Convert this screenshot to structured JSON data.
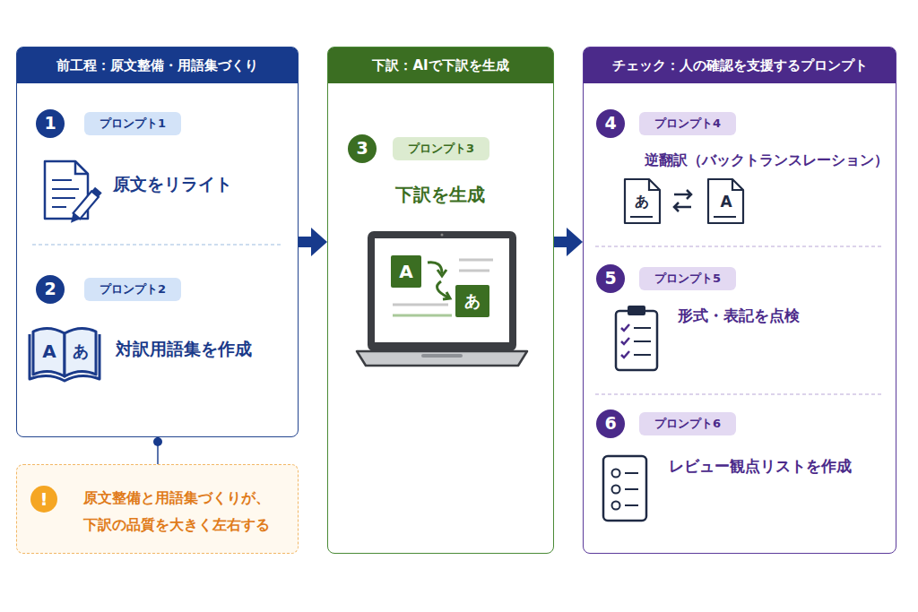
{
  "diagram": {
    "nodes": [
      {
        "text": [
          "前工程：原文整備・用語集づくり",
          "原文をリライト",
          "対訳用語集を作成"
        ]
      },
      {
        "text": [
          "1"
        ],
        "in": 0
      },
      {
        "text": [
          "プロンプト1"
        ],
        "in": 0
      },
      {
        "text": [
          "2"
        ],
        "in": 0
      },
      {
        "text": [
          "プロンプト2"
        ],
        "in": 0
      },
      {
        "text": [
          "原文整備と用語集づくりが、 下訳の品質を大きく左右する"
        ]
      },
      {
        "text": [
          "!"
        ],
        "in": 5
      },
      {
        "text": [
          "下訳：AIで下訳を生成",
          "下訳を生成"
        ]
      },
      {
        "text": [
          "3"
        ],
        "in": 7
      },
      {
        "text": [
          "プロンプト3"
        ],
        "in": 7
      },
      {
        "text": [
          "チェック：人の確認を支援するプロンプト",
          "逆翻訳（バックトランスレーション）",
          "形式・表記を点検",
          "レビュー観点リストを作成"
        ]
      },
      {
        "text": [
          "4"
        ],
        "in": 10
      },
      {
        "text": [
          "プロンプト4"
        ],
        "in": 10
      },
      {
        "text": [
          "5"
        ],
        "in": 10
      },
      {
        "text": [
          "プロンプト5"
        ],
        "in": 10
      },
      {
        "text": [
          "6"
        ],
        "in": 10
      },
      {
        "text": [
          "プロンプト6"
        ],
        "in": 10
      }
    ],
    "edges": [
      {
        "from": 0,
        "to": 7,
        "arrow": "to"
      },
      {
        "from": 7,
        "to": 10,
        "arrow": "to"
      },
      {
        "from": 0,
        "to": 5,
        "arrow": "none"
      }
    ],
    "labels": [
      "A",
      "あ",
      "A",
      "あ",
      "あ",
      "A"
    ]
  }
}
